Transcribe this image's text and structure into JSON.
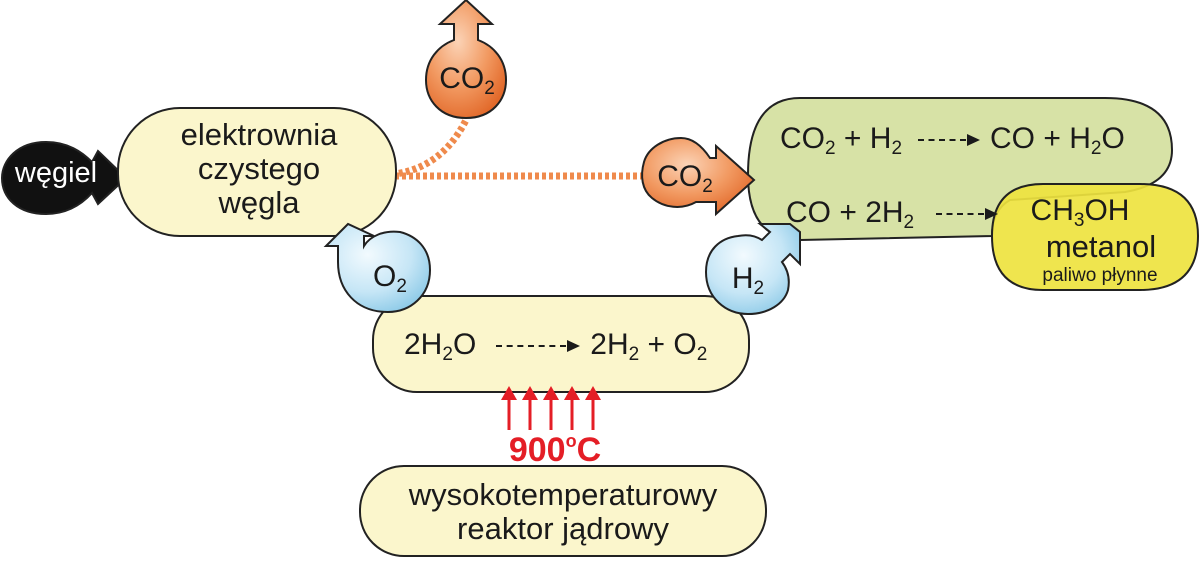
{
  "nodes": {
    "coal": {
      "label": "węgiel"
    },
    "power_plant": {
      "line1": "elektrownia",
      "line2": "czystego",
      "line3": "węgla"
    },
    "co2_release": {
      "formula": "CO",
      "sub": "2"
    },
    "co2_capture": {
      "formula": "CO",
      "sub": "2"
    },
    "o2_input": {
      "formula": "O",
      "sub": "2"
    },
    "h2_input": {
      "formula": "H",
      "sub": "2"
    },
    "water_split": {
      "lhs_a": "2H",
      "lhs_sub": "2",
      "lhs_b": "O",
      "rhs_a": "2H",
      "rhs_sub1": "2",
      "rhs_b": " + O",
      "rhs_sub2": "2"
    },
    "temperature": {
      "value": "900",
      "unit": "C",
      "degree": "o"
    },
    "reactor": {
      "line1": "wysokotemperaturowy",
      "line2": "reaktor jądrowy"
    },
    "synthesis": {
      "r1_a": "CO",
      "r1_sub1": "2",
      "r1_b": " + H",
      "r1_sub2": "2",
      "r1_rhs_a": "CO + H",
      "r1_rhs_sub": "2",
      "r1_rhs_b": "O",
      "r2_a": "CO + 2H",
      "r2_sub": "2"
    },
    "methanol": {
      "formula_a": "CH",
      "formula_sub": "3",
      "formula_b": "OH",
      "name": "metanol",
      "note": "paliwo płynne"
    }
  },
  "colors": {
    "cream": "#fbf6cc",
    "green": "#d7e2a6",
    "yellow": "#eee33f",
    "orange": "#ef8a4c",
    "blue": "#bfe1f2",
    "black": "#111111",
    "red": "#e41e26",
    "outline": "#222222"
  }
}
